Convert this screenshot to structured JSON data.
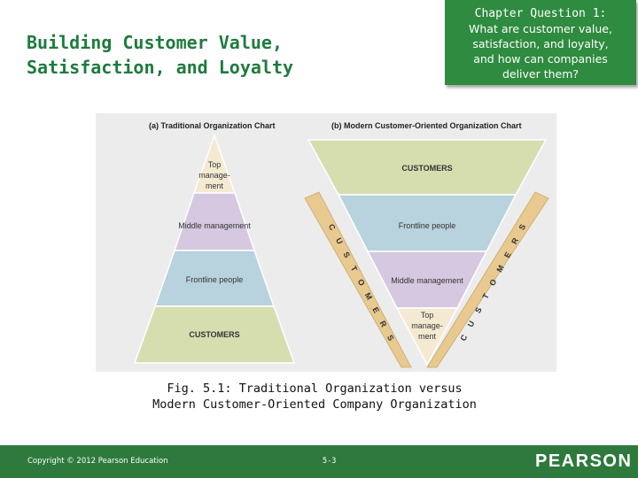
{
  "slide": {
    "title_line1": "Building Customer Value,",
    "title_line2": "Satisfaction, and Loyalty",
    "callout": {
      "line1": "Chapter Question 1:",
      "line2": "What are customer value,",
      "line3": "satisfaction, and loyalty,",
      "line4": "and how can companies",
      "line5": "deliver them?"
    },
    "caption_line1": "Fig. 5.1: Traditional Organization versus",
    "caption_line2": "Modern Customer-Oriented Company Organization"
  },
  "figure": {
    "left_title": "(a) Traditional Organization Chart",
    "right_title": "(b) Modern Customer-Oriented Organization Chart",
    "left": {
      "top_l1": "Top",
      "top_l2": "manage-",
      "top_l3": "ment",
      "middle": "Middle management",
      "frontline": "Frontline people",
      "customers": "CUSTOMERS"
    },
    "right": {
      "customers": "CUSTOMERS",
      "frontline": "Frontline people",
      "middle": "Middle management",
      "top_l1": "Top",
      "top_l2": "manage-",
      "top_l3": "ment"
    },
    "side_letters": [
      "C",
      "U",
      "S",
      "T",
      "O",
      "M",
      "E",
      "R",
      "S"
    ],
    "colors": {
      "top": "#f4ead2",
      "middle": "#d6c8e0",
      "frontline": "#b8d2de",
      "customers": "#d6deb0",
      "side": "#e8c98f"
    }
  },
  "footer": {
    "copyright": "Copyright © 2012 Pearson Education",
    "page": "5-3",
    "logo": "PEARSON"
  }
}
